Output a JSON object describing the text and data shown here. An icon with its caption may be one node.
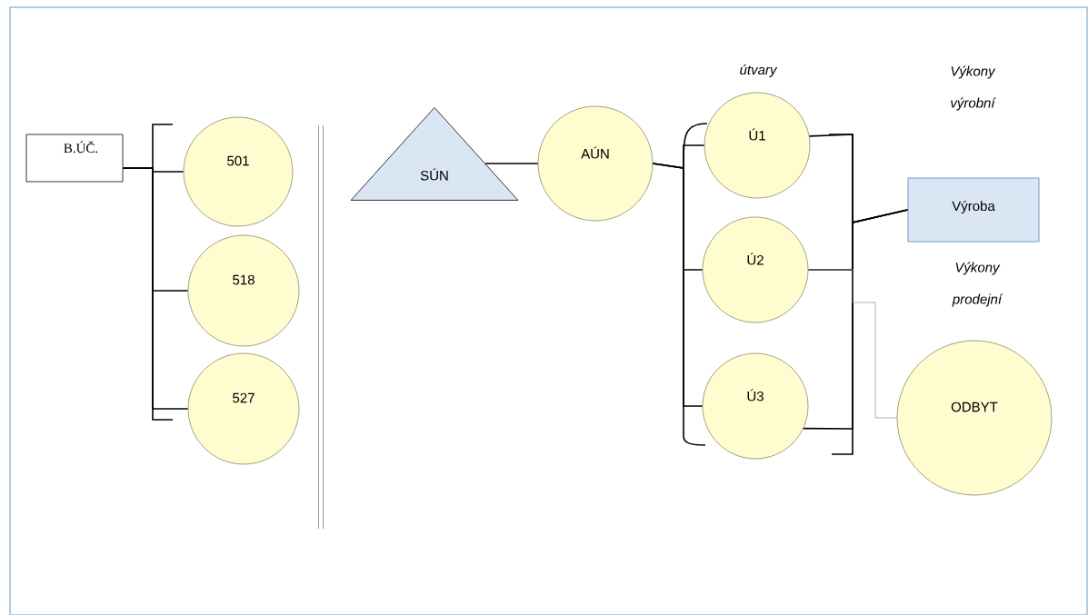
{
  "diagram": {
    "nodes": [
      {
        "text": [
          "B.ÚČ."
        ]
      },
      {
        "text": [
          "501"
        ]
      },
      {
        "text": [
          "518"
        ]
      },
      {
        "text": [
          "527"
        ]
      },
      {
        "text": [
          "SÚN"
        ]
      },
      {
        "text": [
          "AÚN"
        ]
      },
      {
        "text": [
          "Ú1"
        ]
      },
      {
        "text": [
          "Ú2"
        ]
      },
      {
        "text": [
          "Ú3"
        ]
      },
      {
        "text": [
          "Výroba"
        ]
      },
      {
        "text": [
          "ODBYT"
        ]
      }
    ],
    "edges": [
      {
        "from": 0,
        "to": 1,
        "arrow": "none"
      },
      {
        "from": 0,
        "to": 2,
        "arrow": "none"
      },
      {
        "from": 0,
        "to": 3,
        "arrow": "none"
      },
      {
        "from": 4,
        "to": 5,
        "arrow": "none"
      },
      {
        "from": 5,
        "to": 6,
        "arrow": "none"
      },
      {
        "from": 5,
        "to": 7,
        "arrow": "none"
      },
      {
        "from": 5,
        "to": 8,
        "arrow": "none"
      },
      {
        "from": 6,
        "to": 9,
        "arrow": "none"
      },
      {
        "from": 7,
        "to": 9,
        "arrow": "none"
      },
      {
        "from": 8,
        "to": 9,
        "arrow": "none"
      },
      {
        "from": 7,
        "to": 10,
        "arrow": "none",
        "color": "#8c8c8c"
      }
    ],
    "labels": [
      "útvary",
      "Výkony výrobní",
      "Výkony prodejní"
    ]
  }
}
